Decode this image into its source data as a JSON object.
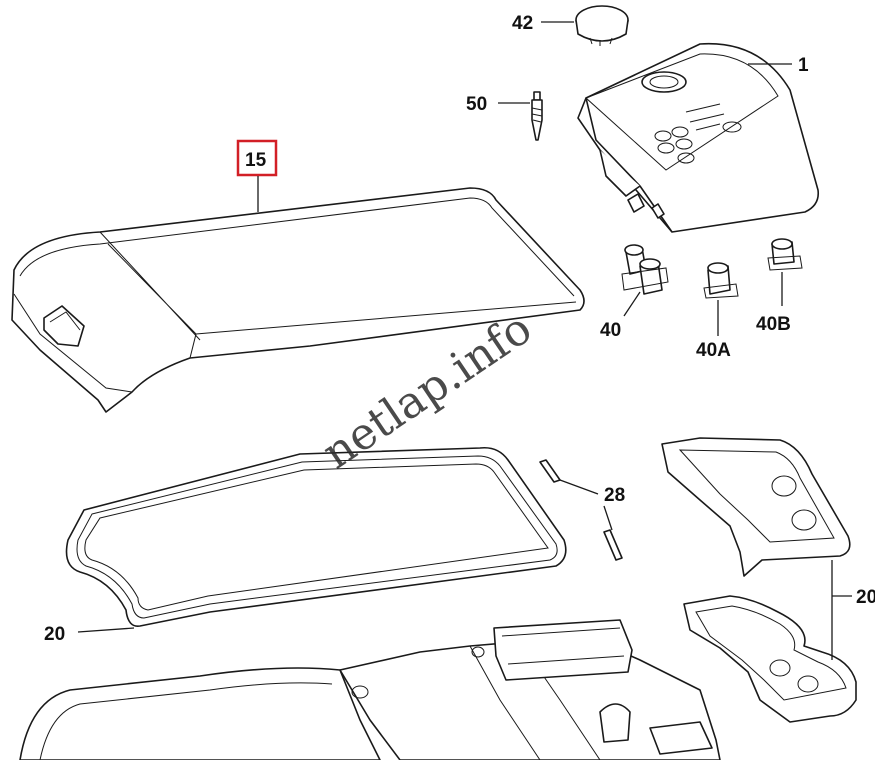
{
  "diagram": {
    "labels": {
      "part_42": "42",
      "part_1": "1",
      "part_50": "50",
      "part_15": "15",
      "part_40": "40",
      "part_40A": "40A",
      "part_40B": "40B",
      "part_28": "28",
      "part_20_left": "20",
      "part_20_right": "20"
    },
    "highlight_color": "#d21f26",
    "watermark": "netlap.info"
  }
}
